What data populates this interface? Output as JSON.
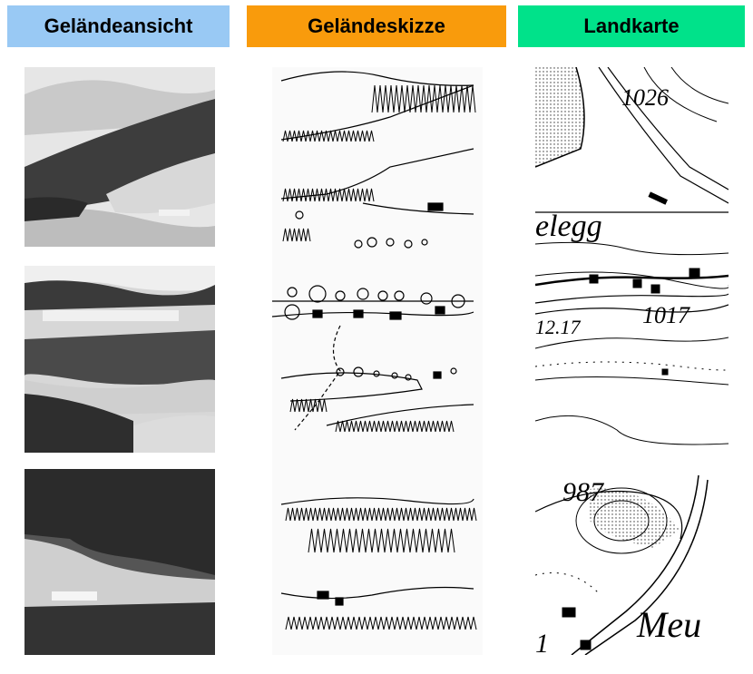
{
  "headers": [
    {
      "label": "Geländeansicht",
      "color": "#99c9f4"
    },
    {
      "label": "Geländeskizze",
      "color": "#f99b0c"
    },
    {
      "label": "Landkarte",
      "color": "#00e28a"
    }
  ],
  "map_labels": {
    "elev_1": "1026",
    "place_1": "elegg",
    "elev_2": "1017",
    "elev_3": "12.17",
    "elev_4": "987",
    "place_2": "Meu",
    "number_1": "1"
  }
}
